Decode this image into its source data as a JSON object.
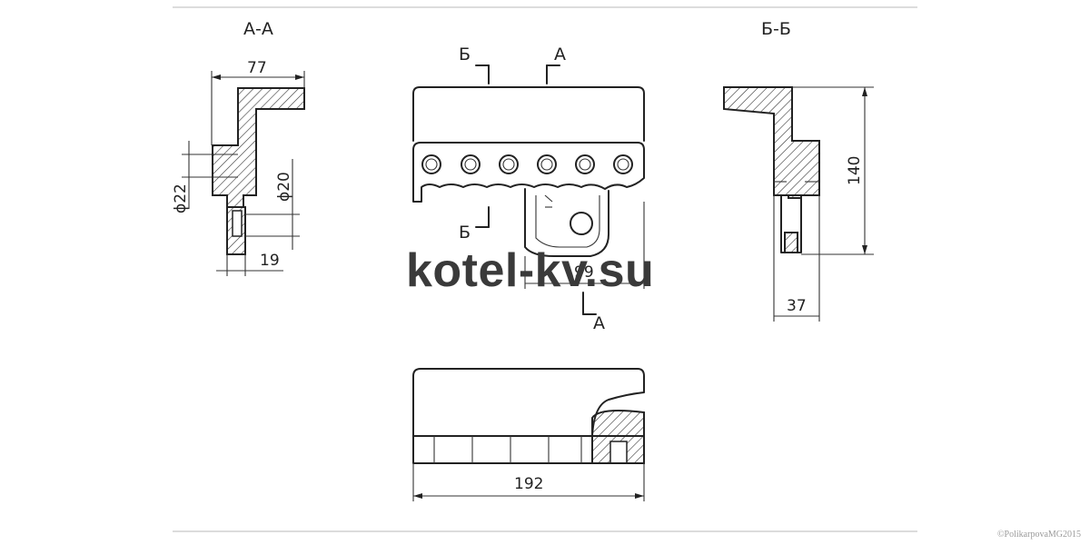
{
  "sections": {
    "aa": "А-А",
    "bb": "Б-Б"
  },
  "cut_markers": {
    "b_top": "Б",
    "a_top": "А",
    "b_bottom": "Б",
    "a_bottom": "А"
  },
  "dimensions": {
    "aa_width": "77",
    "aa_dia_22": "ϕ22",
    "aa_dia_20": "ϕ20",
    "aa_19": "19",
    "front_99": "99",
    "bb_height": "140",
    "bb_37": "37",
    "bottom_length": "192"
  },
  "watermark": "kotel-kv.su",
  "copyright": "©PolikarpovaMG2015"
}
